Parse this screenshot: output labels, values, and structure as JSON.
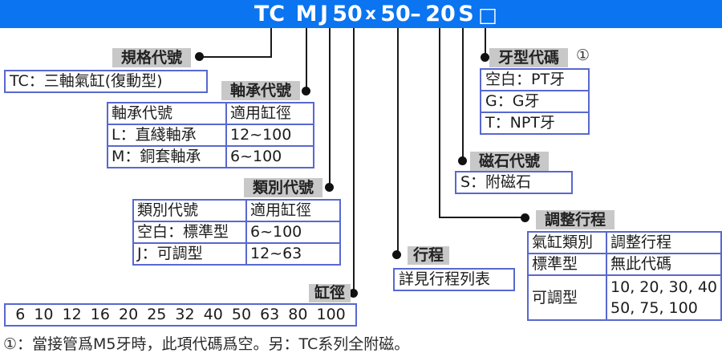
{
  "colors": {
    "title_bar_blue": "#0b74f0",
    "label_gray": "#c8c8c8",
    "box_border_blue": "#5868cf",
    "line_black": "#1a1a1a"
  },
  "model_code": {
    "spec": "TC",
    "bearing": "M",
    "category": "J",
    "bore": "50",
    "separator": "x",
    "stroke": "50",
    "dash": "–",
    "adjust_stroke": "20",
    "magnet": "S",
    "thread_placeholder": "□"
  },
  "labels": {
    "spec": "規格代號",
    "bearing": "軸承代號",
    "category": "類別代號",
    "bore": "缸徑",
    "stroke": "行程",
    "adjust": "調整行程",
    "magnet": "磁石代號",
    "thread": "牙型代碼",
    "thread_footnote_ref": "①"
  },
  "spec_box": "TC：三軸氣缸(復動型)",
  "bearing_table": {
    "headers": [
      "軸承代號",
      "適用缸徑"
    ],
    "rows": [
      [
        "L：直綫軸承",
        "12~100"
      ],
      [
        "M：銅套軸承",
        "6~100"
      ]
    ]
  },
  "category_table": {
    "headers": [
      "類別代號",
      "適用缸徑"
    ],
    "rows": [
      [
        "空白：標準型",
        "6~100"
      ],
      [
        "J：可調型",
        "12~63"
      ]
    ]
  },
  "bore_box": "6 10 12 16 20 25 32 40 50 63 80 100",
  "stroke_box": "詳見行程列表",
  "magnet_box": "S：附磁石",
  "thread_box": {
    "rows": [
      "空白：PT牙",
      "G：G牙",
      "T：NPT牙"
    ]
  },
  "adjust_table": {
    "headers": [
      "氣缸類別",
      "調整行程"
    ],
    "row_standard": [
      "標準型",
      "無此代碼"
    ],
    "row_adjustable": {
      "name": "可調型",
      "lines": [
        "10, 20, 30, 40",
        "50, 75, 100"
      ]
    }
  },
  "footnote": "①：當接管爲M5牙時，此項代碼爲空。另：TC系列全附磁。"
}
